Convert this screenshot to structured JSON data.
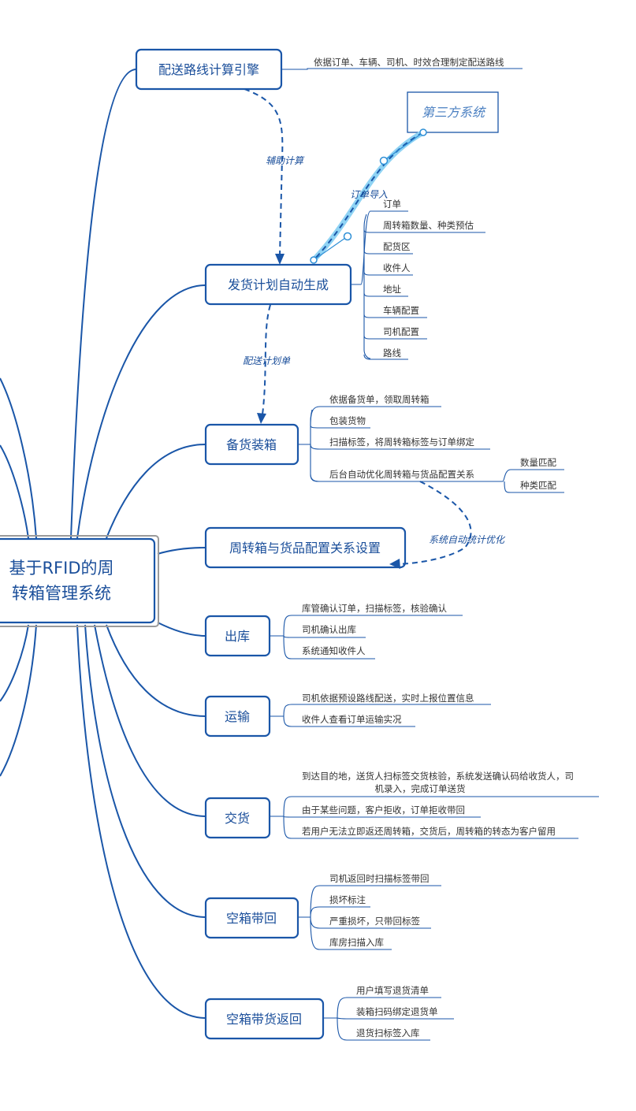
{
  "central": {
    "line1": "基于RFID的周",
    "line2": "转箱管理系统"
  },
  "third_party": "第三方系统",
  "relations": {
    "assist_calc": "辅助计算",
    "order_import": "订单导入",
    "delivery_plan": "配送计划单",
    "auto_optimize": "系统自动统计优化"
  },
  "branches": {
    "route_engine": {
      "label": "配送路线计算引擎",
      "leaves": [
        "依据订单、车辆、司机、时效合理制定配送路线"
      ]
    },
    "plan_gen": {
      "label": "发货计划自动生成",
      "leaves": [
        "订单",
        "周转箱数量、种类预估",
        "配货区",
        "收件人",
        "地址",
        "车辆配置",
        "司机配置",
        "路线"
      ]
    },
    "packing": {
      "label": "备货装箱",
      "leaves": [
        "依据备货单，领取周转箱",
        "包装货物",
        "扫描标签，将周转箱标签与订单绑定",
        "后台自动优化周转箱与货品配置关系"
      ],
      "sub_leaves": [
        "数量匹配",
        "种类匹配"
      ]
    },
    "config": {
      "label": "周转箱与货品配置关系设置"
    },
    "outbound": {
      "label": "出库",
      "leaves": [
        "库管确认订单，扫描标签，核验确认",
        "司机确认出库",
        "系统通知收件人"
      ]
    },
    "transport": {
      "label": "运输",
      "leaves": [
        "司机依据预设路线配送，实时上报位置信息",
        "收件人查看订单运输实况"
      ]
    },
    "delivery": {
      "label": "交货",
      "leaves": [
        "到达目的地，送货人扫标签交货核验，系统发送确认码给收货人，司",
        "机录入，完成订单送货",
        "由于某些问题，客户拒收，订单拒收带回",
        "若用户无法立即返还周转箱，交货后，周转箱的转态为客户留用"
      ]
    },
    "empty_return": {
      "label": "空箱带回",
      "leaves": [
        "司机返回时扫描标签带回",
        "损坏标注",
        "严重损坏，只带回标签",
        "库房扫描入库"
      ]
    },
    "goods_return": {
      "label": "空箱带货返回",
      "leaves": [
        "用户填写退货清单",
        "装箱扫码绑定退货单",
        "退货扫标签入库"
      ]
    }
  },
  "colors": {
    "primary": "#1a56a8",
    "text": "#1a4e9a",
    "highlight": "#8fd3f4",
    "frame": "#9a9a9a"
  }
}
